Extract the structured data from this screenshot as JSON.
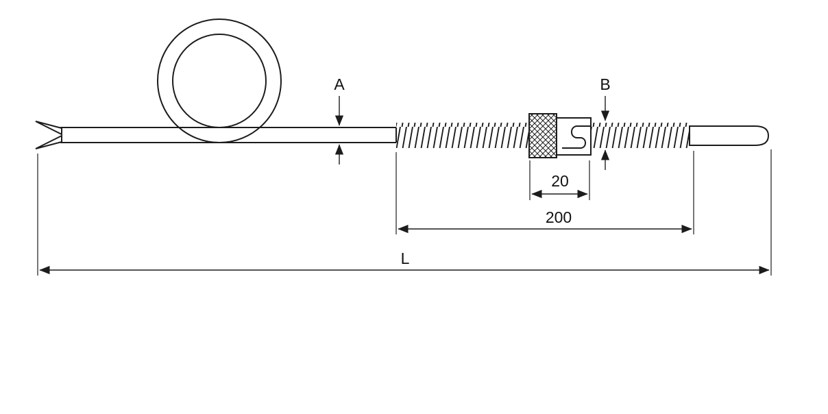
{
  "labels": {
    "cable_diameter": "A",
    "spring_diameter": "B",
    "fitting_length": "20",
    "sheath_length": "200",
    "total_length": "L"
  },
  "colors": {
    "line": "#1c1c1c",
    "background": "#ffffff"
  }
}
